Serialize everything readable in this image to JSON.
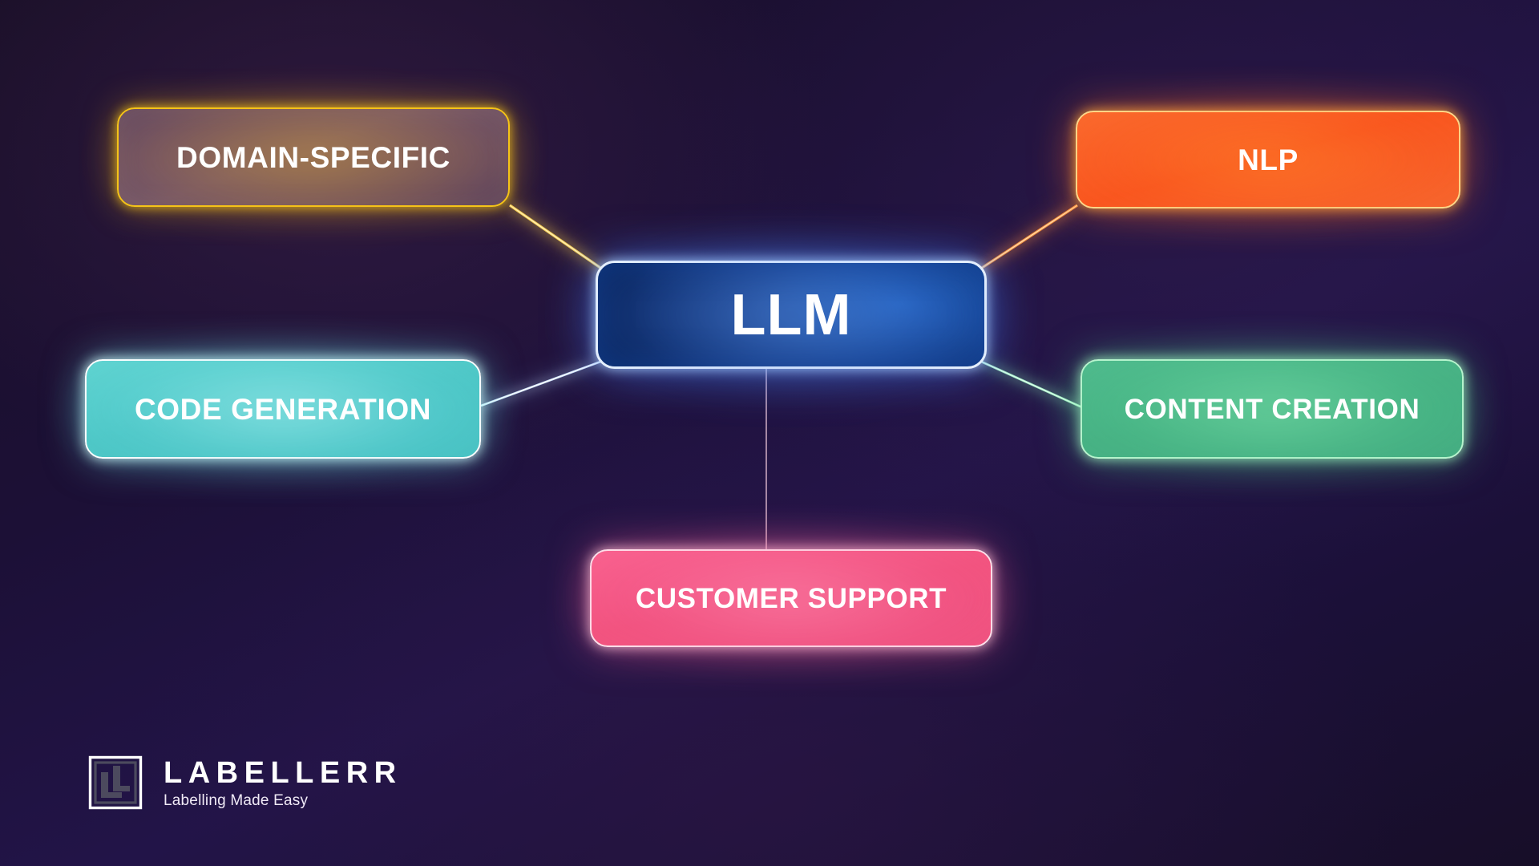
{
  "diagram": {
    "type": "hub-and-spoke mind map",
    "center": {
      "id": "llm",
      "label": "LLM",
      "fill_color": "#12427f",
      "border_color": "#eaf4ff"
    },
    "nodes": [
      {
        "id": "domain",
        "label": "DOMAIN-SPECIFIC",
        "fill_color": "#785a70",
        "border_color": "#f5c518",
        "glow_color": "#f6ba1e",
        "position": "top-left"
      },
      {
        "id": "nlp",
        "label": "NLP",
        "fill_color": "#f9561f",
        "border_color": "#ffd98a",
        "glow_color": "#ff8c2d",
        "position": "top-right"
      },
      {
        "id": "code",
        "label": "CODE GENERATION",
        "fill_color": "#4ec7c6",
        "border_color": "#ffffff",
        "glow_color": "#befafc",
        "position": "middle-left"
      },
      {
        "id": "content",
        "label": "CONTENT CREATION",
        "fill_color": "#47b184",
        "border_color": "#b9f5cf",
        "glow_color": "#96fabe",
        "position": "middle-right"
      },
      {
        "id": "support",
        "label": "CUSTOMER SUPPORT",
        "fill_color": "#f2547f",
        "border_color": "#ffe2ec",
        "glow_color": "#ff96be",
        "position": "bottom-center"
      }
    ],
    "connections": [
      {
        "from": "llm",
        "to": "domain",
        "color": "#f2b824"
      },
      {
        "from": "llm",
        "to": "nlp",
        "color": "#f98a34"
      },
      {
        "from": "llm",
        "to": "code",
        "color": "#bcd9ff"
      },
      {
        "from": "llm",
        "to": "content",
        "color": "#8fe5b6"
      },
      {
        "from": "llm",
        "to": "support",
        "color": "#f76b9c"
      }
    ],
    "background_color": "#1c1036"
  },
  "logo": {
    "mark_name": "labellerr-logo-mark",
    "wordmark": "LABELLERR",
    "tagline": "Labelling Made Easy",
    "color": "#ffffff"
  }
}
